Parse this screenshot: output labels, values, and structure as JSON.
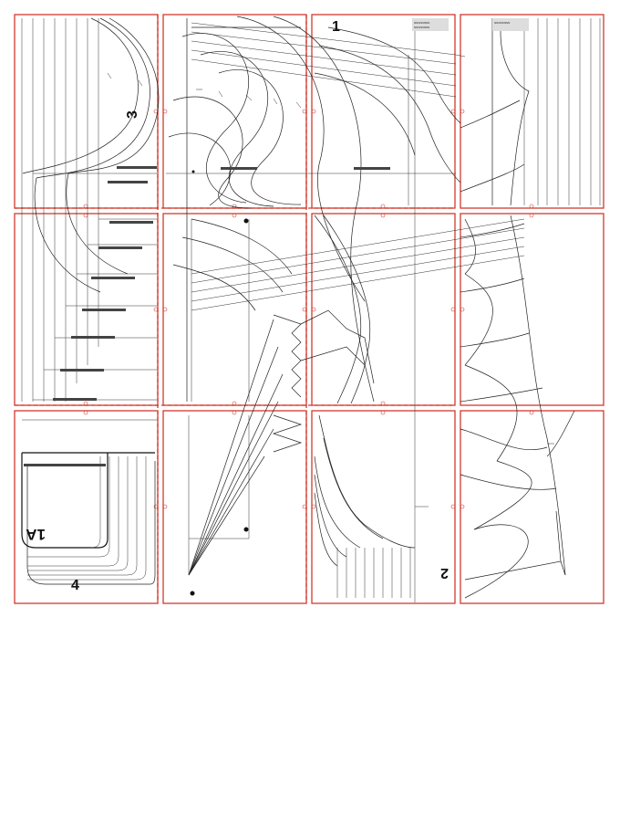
{
  "pieces": {
    "p1": "1",
    "p1a": "1A",
    "p2": "2",
    "p3": "3",
    "p4": "4"
  },
  "colors": {
    "tile_border": "#d23a2e",
    "pattern_line": "#222222"
  }
}
